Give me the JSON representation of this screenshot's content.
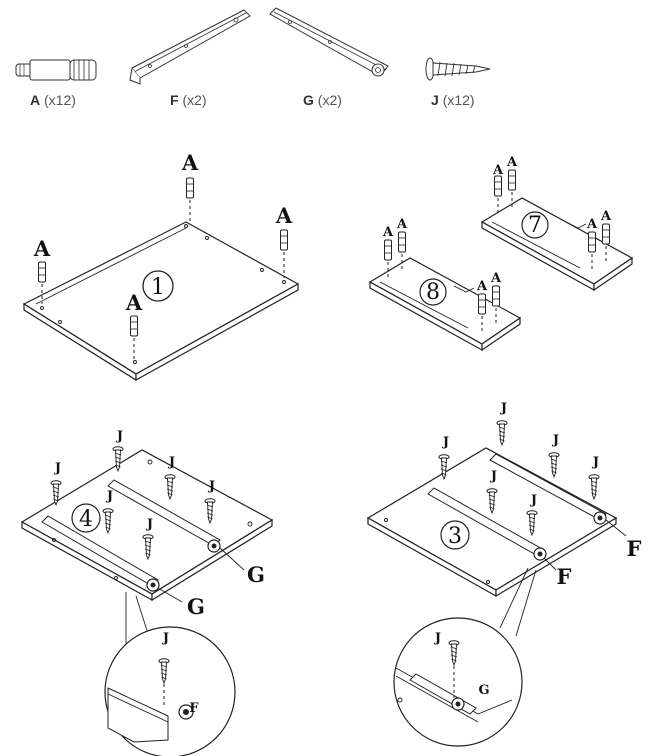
{
  "parts": [
    {
      "letter": "A",
      "qty": "(x12)",
      "icon": "dowel-icon"
    },
    {
      "letter": "F",
      "qty": "(x2)",
      "icon": "drawer-rail-icon"
    },
    {
      "letter": "G",
      "qty": "(x2)",
      "icon": "drawer-rail-icon"
    },
    {
      "letter": "J",
      "qty": "(x12)",
      "icon": "screw-icon"
    }
  ],
  "panels": {
    "p1": "1",
    "p7": "7",
    "p8": "8",
    "p4": "4",
    "p3": "3"
  },
  "labels": {
    "dowel": "A",
    "screw": "J",
    "rail_f": "F",
    "rail_g": "G"
  }
}
